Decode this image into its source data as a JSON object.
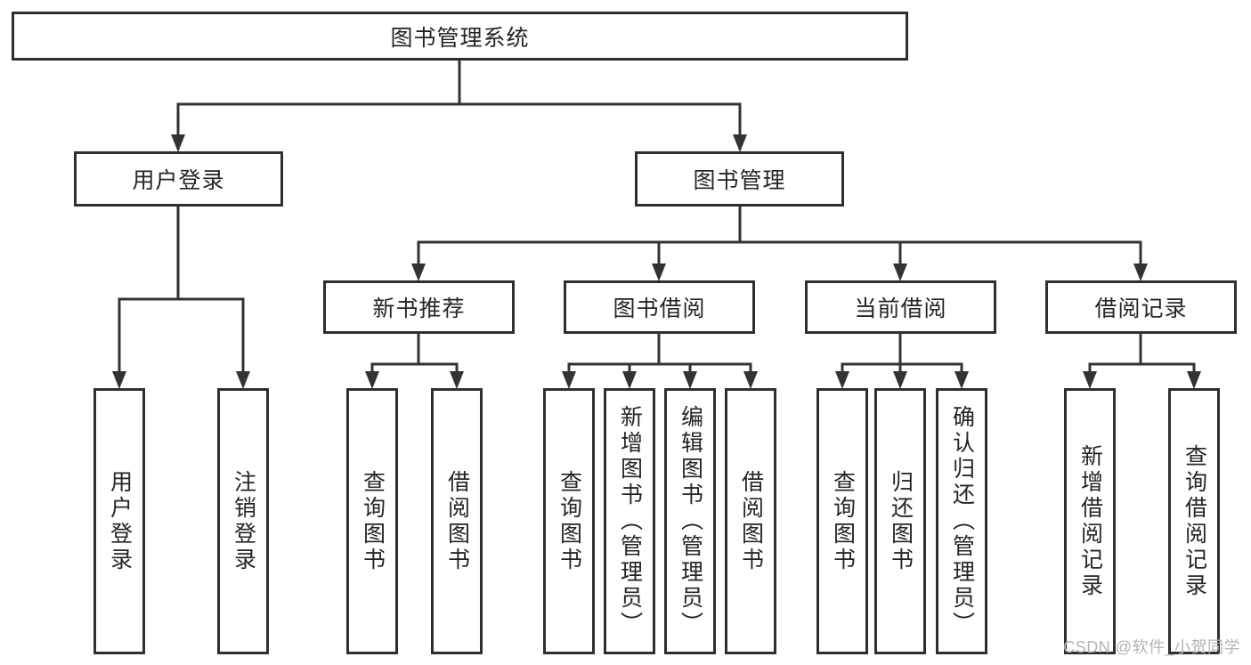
{
  "colors": {
    "background": "#ffffff",
    "line": "#333333",
    "box_border": "#2f2f2f",
    "text": "#252525",
    "watermark": "#b4b4b4"
  },
  "watermark": {
    "text": "CSDN @软件_小贺同学"
  },
  "diagram": {
    "type": "hierarchy-tree",
    "root": {
      "label": "图书管理系统"
    },
    "branches": [
      {
        "label": "用户登录",
        "children": [
          {
            "label": "用户登录"
          },
          {
            "label": "注销登录"
          }
        ]
      },
      {
        "label": "图书管理",
        "children": [
          {
            "label": "新书推荐",
            "children": [
              {
                "label": "查询图书"
              },
              {
                "label": "借阅图书"
              }
            ]
          },
          {
            "label": "图书借阅",
            "children": [
              {
                "label": "查询图书"
              },
              {
                "label": "新增图书（管理员）"
              },
              {
                "label": "编辑图书（管理员）"
              },
              {
                "label": "借阅图书"
              }
            ]
          },
          {
            "label": "当前借阅",
            "children": [
              {
                "label": "查询图书"
              },
              {
                "label": "归还图书"
              },
              {
                "label": "确认归还（管理员）"
              }
            ]
          },
          {
            "label": "借阅记录",
            "children": [
              {
                "label": "新增借阅记录"
              },
              {
                "label": "查询借阅记录"
              }
            ]
          }
        ]
      }
    ]
  }
}
